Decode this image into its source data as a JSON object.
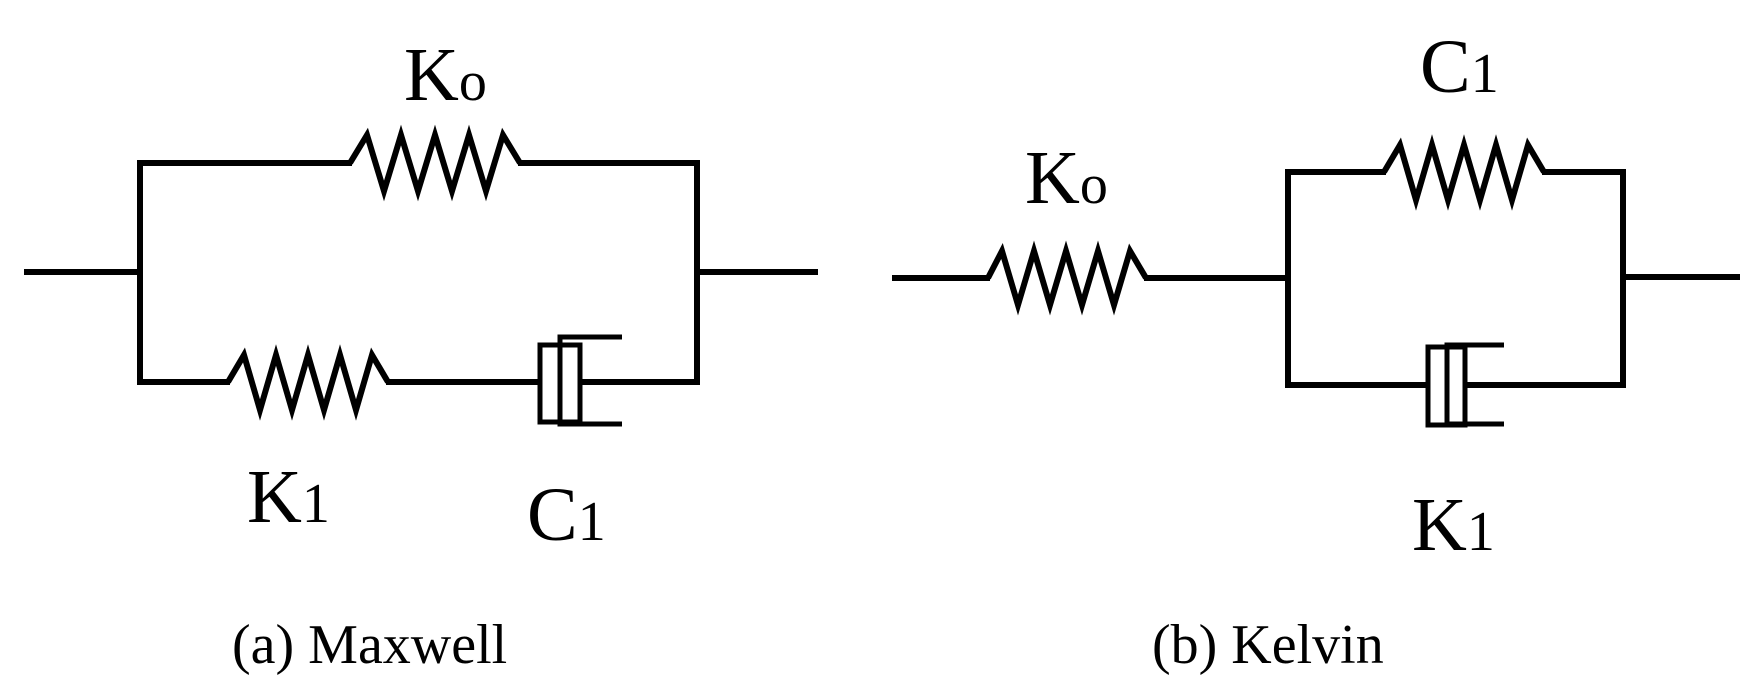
{
  "maxwell": {
    "k0": {
      "main": "K",
      "sub": "o"
    },
    "k1": {
      "main": "K",
      "sub": "1"
    },
    "c1": {
      "main": "C",
      "sub": "1"
    },
    "caption_tag": "(a)",
    "caption_name": "Maxwell"
  },
  "kelvin": {
    "k0": {
      "main": "K",
      "sub": "o"
    },
    "c1": {
      "main": "C",
      "sub": "1"
    },
    "k1": {
      "main": "K",
      "sub": "1"
    },
    "caption_tag": "(b)",
    "caption_name": "Kelvin"
  }
}
